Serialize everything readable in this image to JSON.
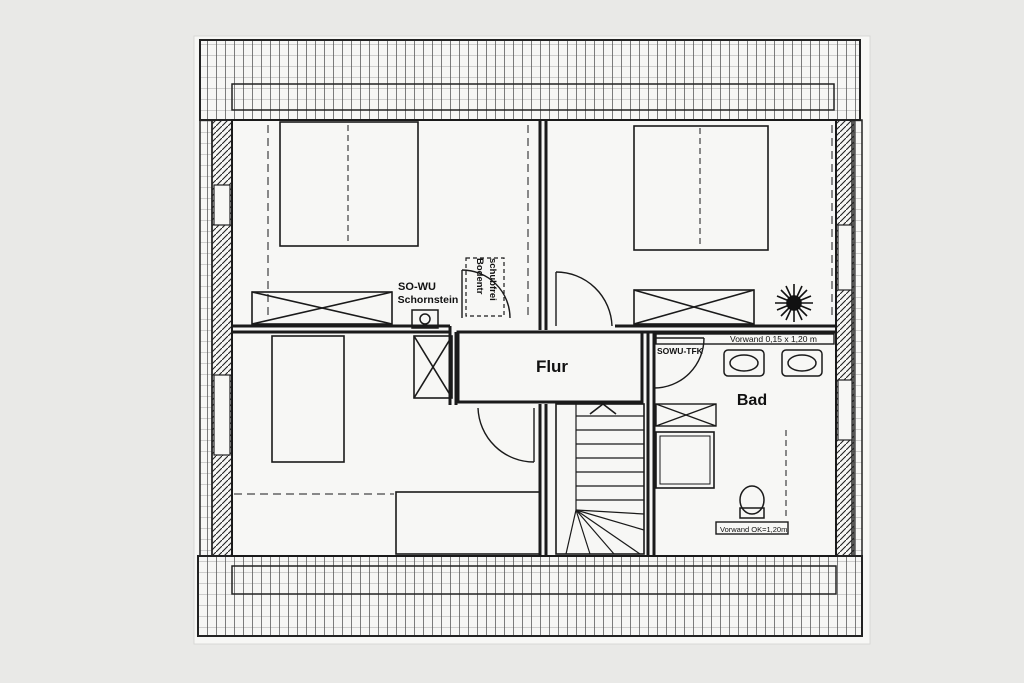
{
  "rooms": {
    "hallway": "Flur",
    "bathroom": "Bad"
  },
  "annotations": {
    "chimney_line1": "SO-WU",
    "chimney_line2": "Schornstein",
    "attic_hatch_line1": "Bodentr",
    "attic_hatch_line2": "schubfrei",
    "bath_wall_top": "Vorwand 0,15 x 1,20 m",
    "bath_shaft": "SOWU-TFK",
    "bath_wall_bottom": "Vorwand OK=1,20m"
  },
  "colors": {
    "paper": "#f7f7f5",
    "background": "#e9e9e7",
    "ink": "#1a1a1a"
  }
}
